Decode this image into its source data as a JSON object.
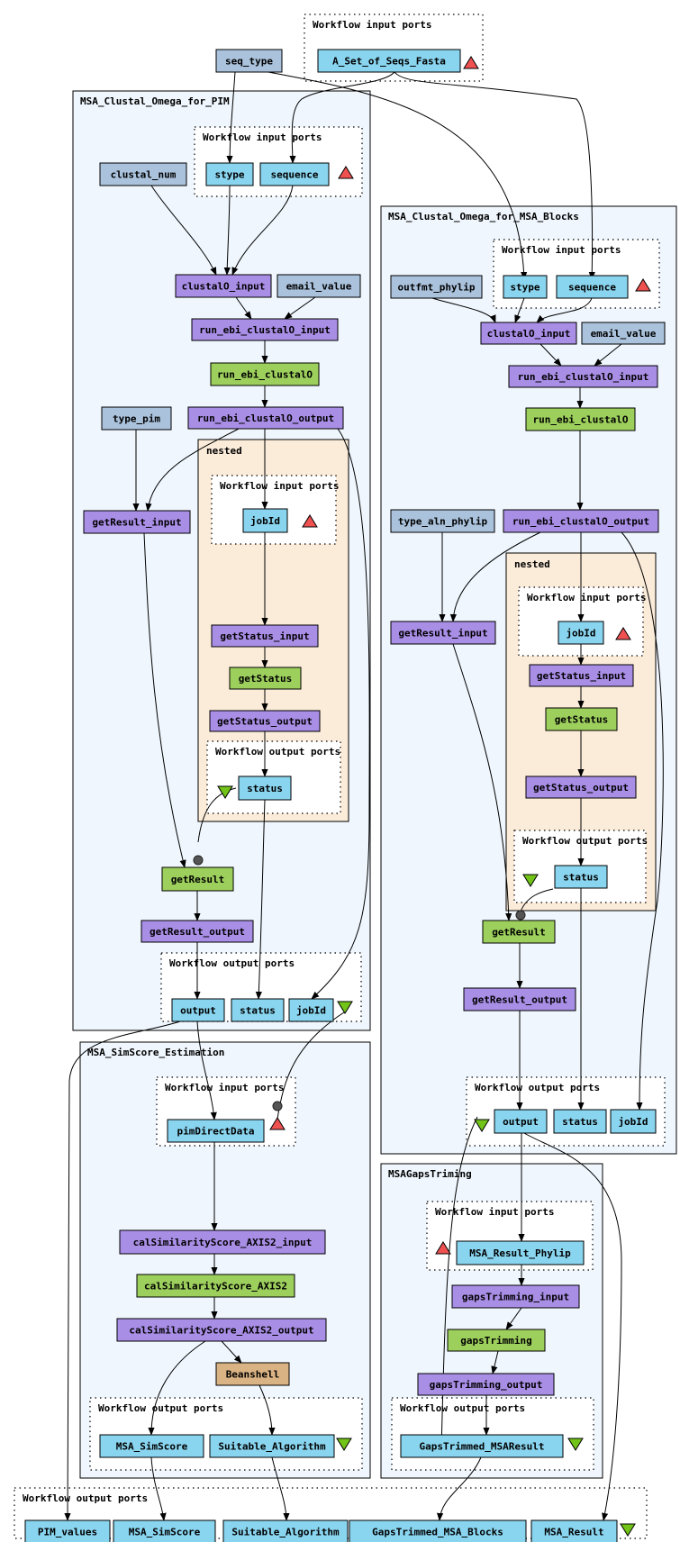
{
  "colors": {
    "port": "#89d4ee",
    "constant": "#aac2dc",
    "process": "#a98ee6",
    "service": "#9dcf5d",
    "beanshell": "#dab384",
    "cluster": "#eff6fd",
    "nested": "#fbebd9",
    "input_marker": "#ef5151",
    "output_marker": "#72c418"
  },
  "icons": {
    "input_marker": "red-triangle-up-icon",
    "output_marker": "green-triangle-down-icon",
    "merge_dot": "dark-circle-icon"
  },
  "labels": {
    "workflow_input_ports": "Workflow input ports",
    "workflow_output_ports": "Workflow output ports"
  },
  "clusters": {
    "pim": "MSA_Clustal_Omega_for_PIM",
    "blocks": "MSA_Clustal_Omega_for_MSA_Blocks",
    "simscore": "MSA_SimScore_Estimation",
    "gaps": "MSAGapsTriming",
    "nested": "nested"
  },
  "nodes": {
    "seq_type": "seq_type",
    "A_Set_of_Seqs_Fasta": "A_Set_of_Seqs_Fasta",
    "clustal_num": "clustal_num",
    "stype": "stype",
    "sequence": "sequence",
    "clustalO_input": "clustalO_input",
    "email_value": "email_value",
    "run_ebi_clustalO_input": "run_ebi_clustalO_input",
    "run_ebi_clustalO": "run_ebi_clustalO",
    "run_ebi_clustalO_output": "run_ebi_clustalO_output",
    "type_pim": "type_pim",
    "getResult_input": "getResult_input",
    "jobId": "jobId",
    "getStatus_input": "getStatus_input",
    "getStatus": "getStatus",
    "getStatus_output": "getStatus_output",
    "status": "status",
    "getResult": "getResult",
    "getResult_output": "getResult_output",
    "output": "output",
    "outfmt_phylip": "outfmt_phylip",
    "type_aln_phylip": "type_aln_phylip",
    "pimDirectData": "pimDirectData",
    "calSimilarityScore_AXIS2_input": "calSimilarityScore_AXIS2_input",
    "calSimilarityScore_AXIS2": "calSimilarityScore_AXIS2",
    "calSimilarityScore_AXIS2_output": "calSimilarityScore_AXIS2_output",
    "Beanshell": "Beanshell",
    "MSA_SimScore": "MSA_SimScore",
    "Suitable_Algorithm": "Suitable_Algorithm",
    "MSA_Result_Phylip": "MSA_Result_Phylip",
    "gapsTrimming_input": "gapsTrimming_input",
    "gapsTrimming": "gapsTrimming",
    "gapsTrimming_output": "gapsTrimming_output",
    "GapsTrimmed_MSAResult": "GapsTrimmed_MSAResult",
    "PIM_values": "PIM_values",
    "GapsTrimmed_MSA_Blocks": "GapsTrimmed_MSA_Blocks",
    "MSA_Result": "MSA_Result"
  }
}
